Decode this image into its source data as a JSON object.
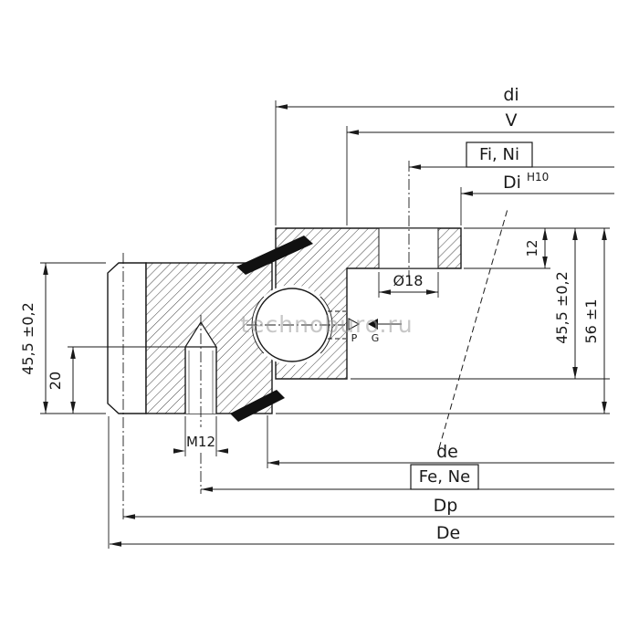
{
  "colors": {
    "line": "#1a1a1a",
    "background": "#ffffff",
    "hatch": "#2e2e2e",
    "seal_fill": "#111111",
    "watermark": "#9a9a9a"
  },
  "watermark": {
    "text": "technoburo.ru"
  },
  "labels": {
    "di": "di",
    "V": "V",
    "fi_ni": "Fi, Ni",
    "Di": "Di",
    "Di_tol": "H10",
    "de": "de",
    "fe_ne": "Fe, Ne",
    "Dp": "Dp",
    "De": "De",
    "outer_height": "45,5 ±0,2",
    "thread_depth": "20",
    "step_height": "12",
    "inner_height": "45,5 ±0,2",
    "total_height": "56 ±1",
    "fixing_hole": "Ø18",
    "thread": "M12",
    "grease_p": "P",
    "grease_g": "G"
  }
}
